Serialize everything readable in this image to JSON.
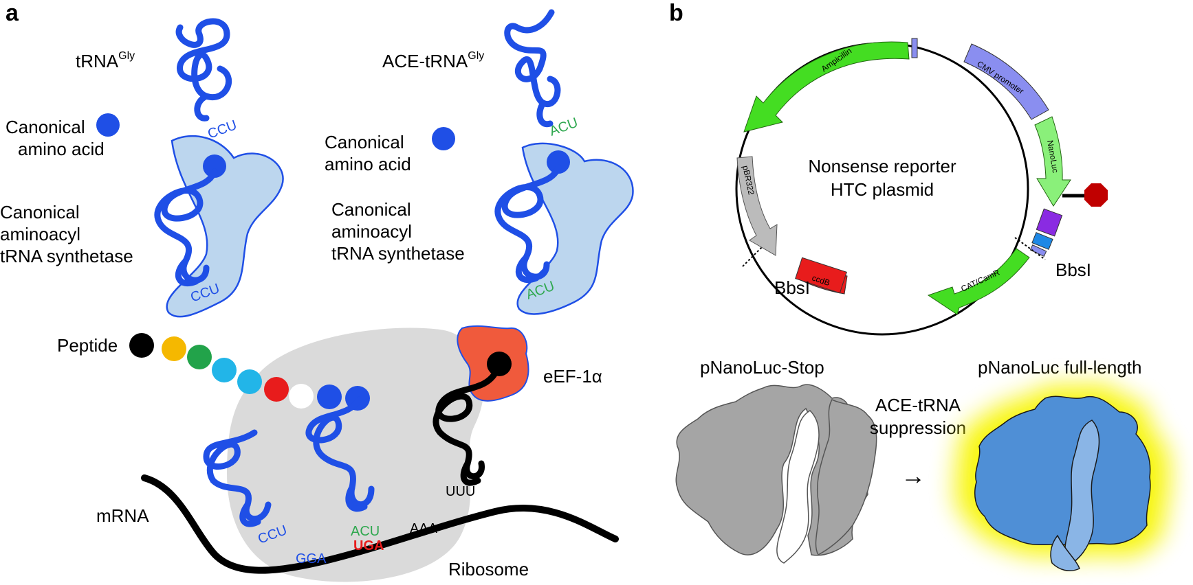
{
  "panels": {
    "a": "a",
    "b": "b"
  },
  "colors": {
    "trna_blue": "#1f4fe6",
    "synthetase": "#bcd6ee",
    "ribosome": "#dadada",
    "ef1a": "#f05a3c",
    "stop_red": "#cc1111",
    "ace_green": "#2fa84f",
    "cmv": "#8a8ef0",
    "nanoluc": "#8af07a",
    "arrow_green": "#44dd22",
    "pbr322": "#bbbbbb",
    "ccdb": "#e81c1c",
    "purple": "#8a2be2",
    "nanoluc_protein": "#4f8fd6",
    "glow": "#f7f500",
    "gray_protein": "#a5a5a5"
  },
  "panel_a": {
    "trna_gly": {
      "base": "tRNA",
      "sup": "Gly"
    },
    "ace_trna_gly": {
      "base": "ACE-tRNA",
      "sup": "Gly"
    },
    "canonical_amino_acid": [
      "Canonical",
      "amino acid"
    ],
    "synthetase": [
      "Canonical",
      "aminoacyl",
      "tRNA synthetase"
    ],
    "codons": {
      "ccu_top": "CCU",
      "acu_top": "ACU",
      "ccu_synth": "CCU",
      "acu_synth": "ACU",
      "ccu_ribo": "CCU",
      "acu_ribo": "ACU",
      "uuu": "UUU",
      "gga": "GGA",
      "uga": "UGA",
      "aaa": "AAA"
    },
    "peptide_label": "Peptide",
    "peptide_residue_colors": [
      "#000000",
      "#f5b800",
      "#22a34a",
      "#22b5e8",
      "#22b5e8",
      "#e81c1c",
      "#ffffff",
      "#1f4fe6",
      "#1f4fe6"
    ],
    "eef1a": "eEF-1α",
    "mrna": "mRNA",
    "ribosome": "Ribosome"
  },
  "panel_b": {
    "plasmid_title": [
      "Nonsense reporter",
      "HTC plasmid"
    ],
    "segments": {
      "ampicillin": "Ampicillin",
      "cmv": "CMV promoter",
      "nanoluc": "NanoLuc",
      "pbr322": "pBR322",
      "ccdb": "ccdB",
      "cat": "CAT/CamR"
    },
    "bbsi_left": "BbsI",
    "bbsi_right": "BbsI",
    "stop_label": "pNanoLuc-Stop",
    "full_label": "pNanoLuc full-length",
    "suppression": [
      "ACE-tRNA",
      "suppression"
    ],
    "arrow": "→"
  }
}
